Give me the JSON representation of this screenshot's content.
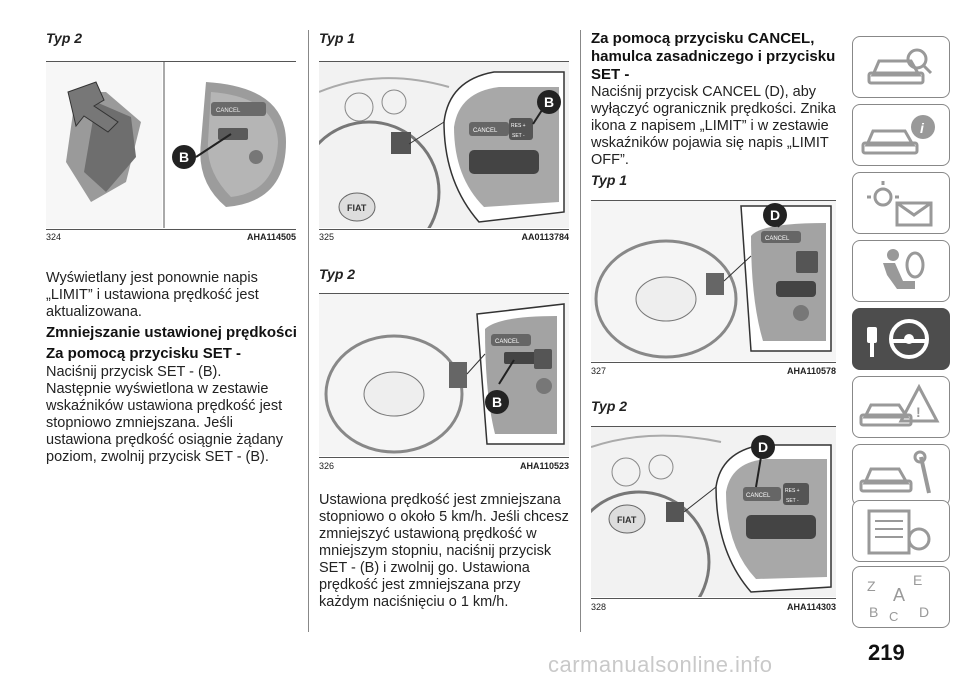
{
  "col1": {
    "heading": "Typ 2",
    "fig_num": "324",
    "fig_code": "AHA114505",
    "para1": "Wyświetlany jest ponownie napis „LIMIT” i ustawiona prędkość jest aktualizowana.",
    "h1": "Zmniejszanie ustawionej prędkości",
    "h2": "Za pomocą przycisku SET -",
    "para2": "Naciśnij przycisk SET - (B).",
    "para3": "Następnie wyświetlona w zestawie wskaźników ustawiona prędkość jest stopniowo zmniejszana. Jeśli ustawiona prędkość osiągnie żądany poziom, zwolnij przycisk SET - (B)."
  },
  "col2": {
    "heading1": "Typ 1",
    "fig1_num": "325",
    "fig1_code": "AA0113784",
    "heading2": "Typ 2",
    "fig2_num": "326",
    "fig2_code": "AHA110523",
    "para": "Ustawiona prędkość jest zmniejszana stopniowo o około 5 km/h. Jeśli chcesz zmniejszyć ustawioną prędkość w mniejszym stopniu, naciśnij przycisk SET - (B) i zwolnij go. Ustawiona prędkość jest zmniejszana przy każdym naciśnięciu o 1 km/h."
  },
  "col3": {
    "h1": "Za pomocą przycisku CANCEL, hamulca zasadniczego i przycisku SET -",
    "para": "Naciśnij przycisk CANCEL (D), aby wyłączyć ogranicznik prędkości. Znika ikona z napisem „LIMIT” i w zestawie wskaźników pojawia się napis „LIMIT OFF”.",
    "heading1": "Typ 1",
    "fig1_num": "327",
    "fig1_code": "AHA110578",
    "heading2": "Typ 2",
    "fig2_num": "328",
    "fig2_code": "AHA114303"
  },
  "figure_labels": {
    "b": "B",
    "d": "D",
    "cancel": "CANCEL",
    "res": "RES +",
    "set": "SET -",
    "fiat": "FIAT"
  },
  "side_tabs": [
    {
      "icon": "car-search-icon",
      "active": false
    },
    {
      "icon": "car-info-icon",
      "active": false
    },
    {
      "icon": "warning-lights-icon",
      "active": false
    },
    {
      "icon": "airbag-seat-icon",
      "active": false
    },
    {
      "icon": "steering-wheel-key-icon",
      "active": true
    },
    {
      "icon": "car-crash-warning-icon",
      "active": false
    },
    {
      "icon": "car-maintenance-icon",
      "active": false
    },
    {
      "icon": "technical-data-icon",
      "active": false
    },
    {
      "icon": "alphabet-index-icon",
      "active": false
    }
  ],
  "page_number": "219",
  "watermark": "carmanualsonline.info"
}
